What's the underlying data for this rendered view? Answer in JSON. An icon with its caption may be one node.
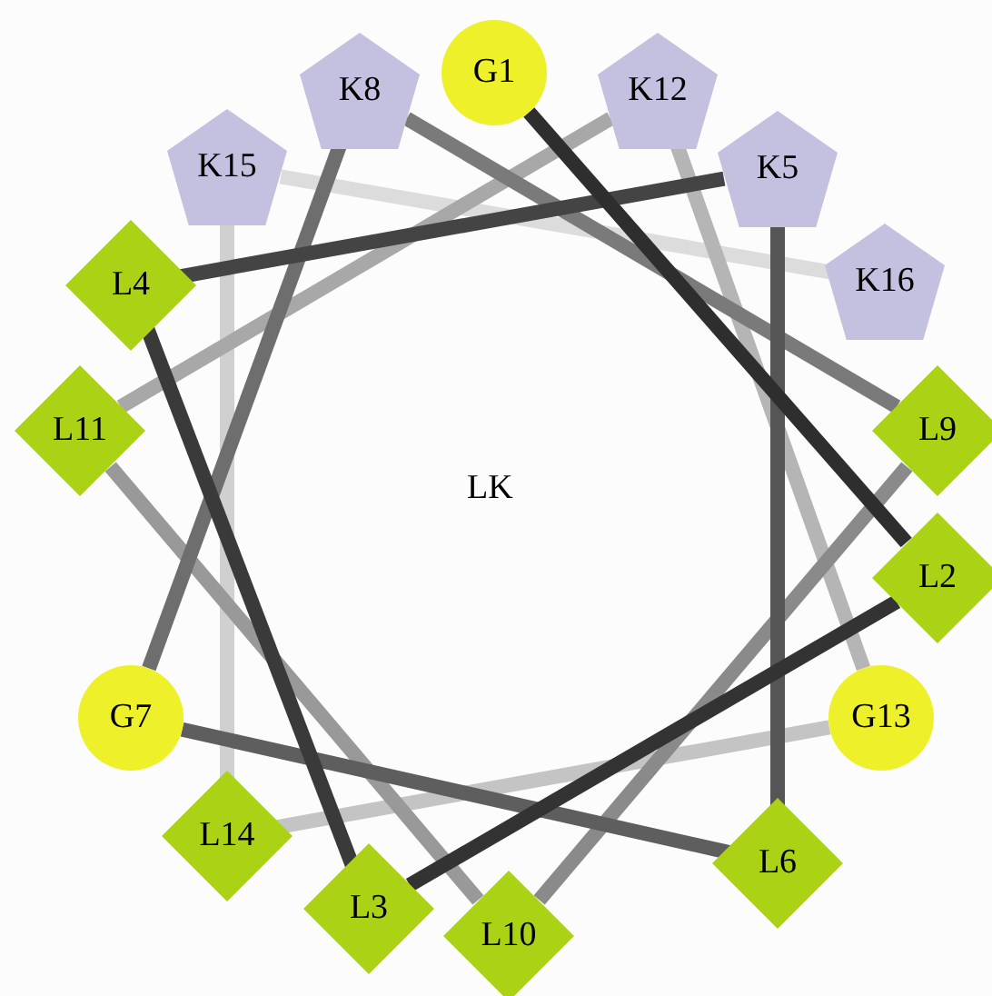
{
  "diagram": {
    "nodes": [
      {
        "text": [
          "G1"
        ]
      },
      {
        "text": [
          "L2"
        ]
      },
      {
        "text": [
          "L3"
        ]
      },
      {
        "text": [
          "L4"
        ]
      },
      {
        "text": [
          "K5"
        ]
      },
      {
        "text": [
          "L6"
        ]
      },
      {
        "text": [
          "G7"
        ]
      },
      {
        "text": [
          "K8"
        ]
      },
      {
        "text": [
          "L9"
        ]
      },
      {
        "text": [
          "L10"
        ]
      },
      {
        "text": [
          "L11"
        ]
      },
      {
        "text": [
          "K12"
        ]
      },
      {
        "text": [
          "G13"
        ]
      },
      {
        "text": [
          "L14"
        ]
      },
      {
        "text": [
          "K15"
        ]
      },
      {
        "text": [
          "K16"
        ]
      }
    ],
    "edges": [
      {
        "from": 0,
        "to": 1,
        "arrow": "none",
        "color": "#2e2e2e"
      },
      {
        "from": 1,
        "to": 2,
        "arrow": "none",
        "color": "#333333"
      },
      {
        "from": 2,
        "to": 3,
        "arrow": "none",
        "color": "#3a3a3a"
      },
      {
        "from": 3,
        "to": 4,
        "arrow": "none",
        "color": "#444444"
      },
      {
        "from": 4,
        "to": 5,
        "arrow": "none",
        "color": "#555555"
      },
      {
        "from": 5,
        "to": 6,
        "arrow": "none",
        "color": "#5e5e5e"
      },
      {
        "from": 6,
        "to": 7,
        "arrow": "none",
        "color": "#6e6e6e"
      },
      {
        "from": 7,
        "to": 8,
        "arrow": "none",
        "color": "#7a7a7a"
      },
      {
        "from": 8,
        "to": 9,
        "arrow": "none",
        "color": "#8a8a8a"
      },
      {
        "from": 9,
        "to": 10,
        "arrow": "none",
        "color": "#999999"
      },
      {
        "from": 10,
        "to": 11,
        "arrow": "none",
        "color": "#a8a8a8"
      },
      {
        "from": 11,
        "to": 12,
        "arrow": "none",
        "color": "#b5b5b5"
      },
      {
        "from": 12,
        "to": 13,
        "arrow": "none",
        "color": "#c4c4c4"
      },
      {
        "from": 13,
        "to": 14,
        "arrow": "none",
        "color": "#d0d0d0"
      },
      {
        "from": 14,
        "to": 15,
        "arrow": "none",
        "color": "#dcdcdc"
      }
    ],
    "labels": [
      "LK"
    ]
  }
}
